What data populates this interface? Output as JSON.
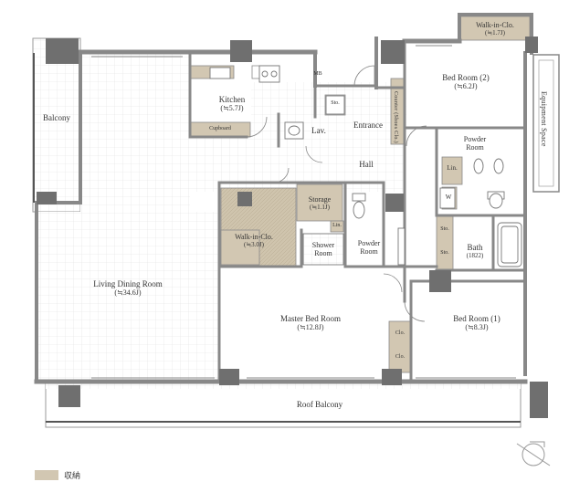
{
  "rooms": {
    "walkin_top": {
      "name": "Walk-in-Clo.",
      "area": "(≒1.7J)"
    },
    "bedroom2": {
      "name": "Bed Room (2)",
      "area": "(≒6.2J)"
    },
    "kitchen": {
      "name": "Kitchen",
      "area": "(≒5.7J)"
    },
    "cupboard": "Cupboard",
    "mb": "MB",
    "sto_top": "Sto.",
    "counter": "Counter (Shoes Clo.)",
    "balcony": "Balcony",
    "lav": "Lav.",
    "entrance": "Entrance",
    "equipment": "Equipment Space",
    "powder_right": "Powder Room",
    "hall": "Hall",
    "lin_right": "Lin.",
    "storage": {
      "name": "Storage",
      "area": "(≒1.1J)"
    },
    "w": "W",
    "lin_mid": "Lin.",
    "walkin_mid": {
      "name": "Walk-in-Clo.",
      "area": "(≒3.0J)"
    },
    "shower": "Shower Room",
    "powder_mid": "Powder Room",
    "sto_a": "Sto.",
    "sto_b": "Sto.",
    "bath": {
      "name": "Bath",
      "area": "(1822)"
    },
    "living": {
      "name": "Living Dining Room",
      "area": "(≒34.6J)"
    },
    "master": {
      "name": "Master Bed Room",
      "area": "(≒12.8J)"
    },
    "bedroom1": {
      "name": "Bed Room (1)",
      "area": "(≒8.3J)"
    },
    "clo_a": "Clo.",
    "clo_b": "Clo.",
    "roof_balcony": "Roof Balcony"
  },
  "legend": {
    "label": "収納",
    "color": "#d2c7b2"
  },
  "colors": {
    "wall": "#8a8a8a",
    "wall_dark": "#6f6f6f",
    "storage": "#d2c7b2",
    "tile": "#e3e3e3"
  }
}
